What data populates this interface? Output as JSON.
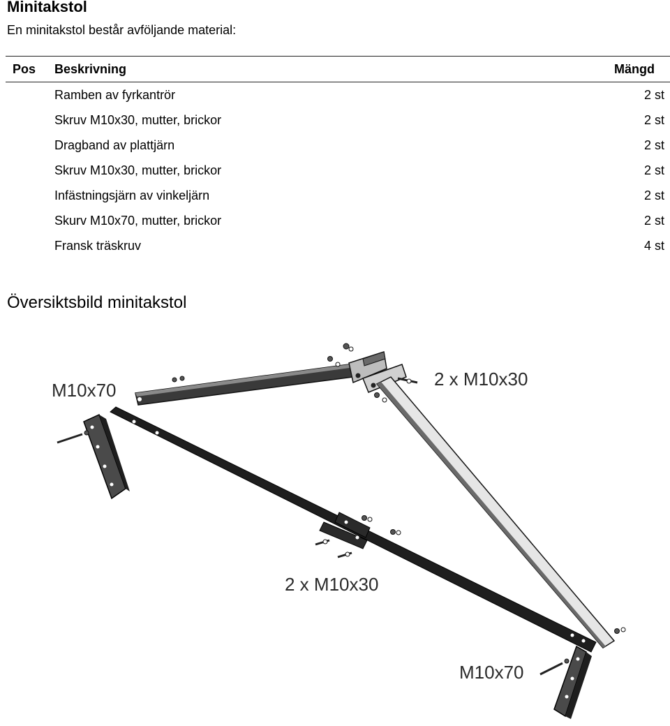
{
  "title": "Minitakstol",
  "intro": "En minitakstol består avföljande material:",
  "table": {
    "headers": {
      "pos": "Pos",
      "description": "Beskrivning",
      "quantity": "Mängd"
    },
    "rows": [
      {
        "description": "Ramben av fyrkantrör",
        "quantity": "2 st"
      },
      {
        "description": "Skruv M10x30, mutter, brickor",
        "quantity": "2 st"
      },
      {
        "description": "Dragband av plattjärn",
        "quantity": "2 st"
      },
      {
        "description": "Skruv M10x30, mutter, brickor",
        "quantity": "2 st"
      },
      {
        "description": "Infästningsjärn av vinkeljärn",
        "quantity": "2 st"
      },
      {
        "description": "Skurv M10x70, mutter, brickor",
        "quantity": "2 st"
      },
      {
        "description": "Fransk träskruv",
        "quantity": "4 st"
      }
    ]
  },
  "overview_title": "Översiktsbild minitakstol",
  "diagram": {
    "labels": {
      "left_bolt": "M10x70",
      "top_bolts": "2 x M10x30",
      "middle_bolts": "2 x M10x30",
      "right_bolt": "M10x70"
    }
  }
}
